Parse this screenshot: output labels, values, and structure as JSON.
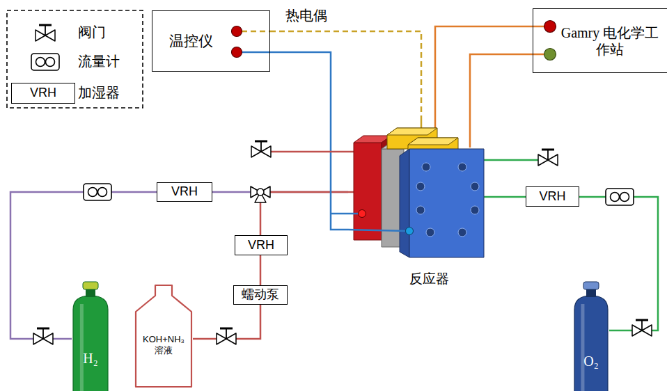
{
  "diagram": {
    "nodes": [
      {
        "text": [
          "温控仪"
        ]
      },
      {
        "text": [
          "Gamry 电化学工作站"
        ]
      },
      {
        "text": [
          "反应器"
        ]
      },
      {
        "text": [
          "VRH"
        ]
      },
      {
        "text": [
          "VRH"
        ]
      },
      {
        "text": [
          "VRH"
        ]
      },
      {
        "text": [
          "蠕动泵"
        ]
      },
      {
        "text": [
          "H₂"
        ]
      },
      {
        "text": [
          "KOH+NH₃ 溶液"
        ]
      },
      {
        "text": [
          "O₂"
        ]
      }
    ],
    "edges": [
      {
        "from": 7,
        "to": 3,
        "arrow": "none"
      },
      {
        "from": 3,
        "to": 2,
        "arrow": "none"
      },
      {
        "from": 8,
        "to": 6,
        "arrow": "none"
      },
      {
        "from": 6,
        "to": 5,
        "arrow": "none"
      },
      {
        "from": 5,
        "to": 2,
        "arrow": "none"
      },
      {
        "from": 9,
        "to": 4,
        "arrow": "none"
      },
      {
        "from": 4,
        "to": 2,
        "arrow": "none"
      },
      {
        "from": 0,
        "to": 2,
        "label": "热电偶",
        "arrow": "none"
      },
      {
        "from": 0,
        "to": 2,
        "arrow": "none"
      },
      {
        "from": 1,
        "to": 2,
        "arrow": "none"
      },
      {
        "from": 1,
        "to": 2,
        "arrow": "none"
      }
    ],
    "labels": [
      "VRH"
    ],
    "legend": [
      {
        "text": "阀门"
      },
      {
        "text": "流量计"
      },
      {
        "text": "加湿器"
      }
    ]
  }
}
